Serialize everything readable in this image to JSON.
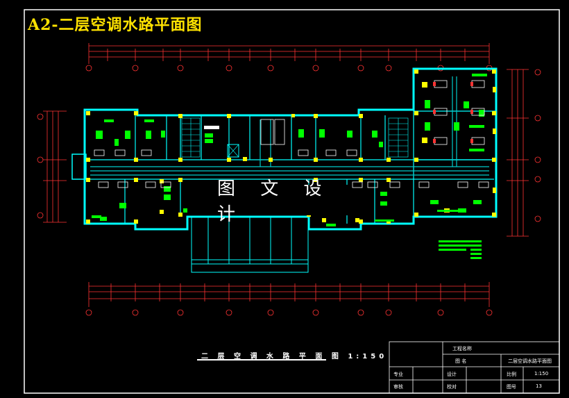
{
  "header": {
    "title": "A2-二层空调水路平面图"
  },
  "watermark": {
    "text": "图 文 设 计"
  },
  "drawing": {
    "title": "二 层 空 调 水 路 平 面 图  1:150"
  },
  "title_block": {
    "project_name_label": "工程名称",
    "drawing_label": "图 名",
    "drawing_name": "二层空调水路平面图",
    "specialty_label": "专业",
    "design_label": "设计",
    "scale_label": "比例",
    "scale_value": "1:150",
    "review_label": "审核",
    "checked_label": "校对",
    "sheet_no_label": "图号",
    "sheet_no_value": "13"
  },
  "colors": {
    "background": "#000000",
    "frame": "#ffffff",
    "wall": "#00ffff",
    "column": "#ffff00",
    "equipment": "#00ff00",
    "dimension": "#ff0000",
    "title": "#ffe200"
  }
}
